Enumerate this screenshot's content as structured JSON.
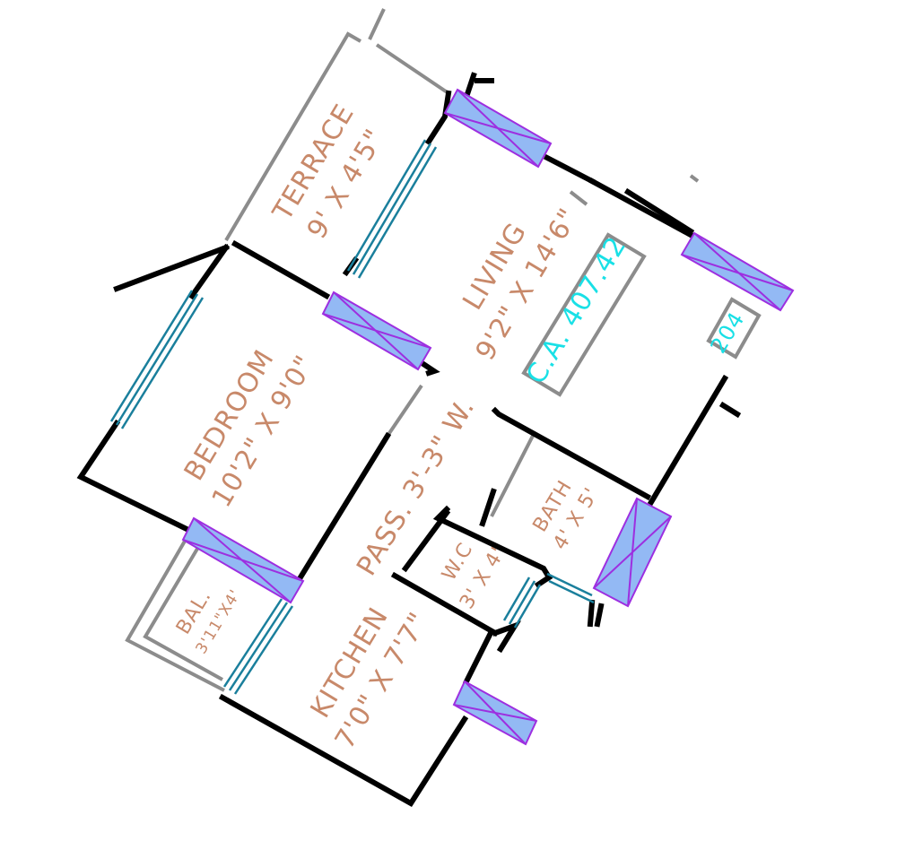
{
  "rooms": {
    "terrace": {
      "name": "TERRACE",
      "size": "9' X 4'5\""
    },
    "living": {
      "name": "LIVING",
      "size": "9'2\" X 14'6\""
    },
    "bedroom": {
      "name": "BEDROOM",
      "size": "10'2\" X 9'0\""
    },
    "passage": {
      "name": "PASS. 3'-3\" W."
    },
    "bath": {
      "name": "BATH",
      "size": "4' X 5'"
    },
    "wc": {
      "name": "W.C",
      "size": "3' X 4'"
    },
    "balcony": {
      "name": "BAL.",
      "size": "3'11\"X4'"
    },
    "kitchen": {
      "name": "KITCHEN",
      "size": "7'0\" X 7'7\""
    }
  },
  "carpet_area": "C.A. 407.42",
  "unit_number": "204",
  "colors": {
    "room_text": "#c8896a",
    "area_text": "#19e0e6",
    "wall": "#000000",
    "outline": "#8c8c8c",
    "window_fill": "#93b9f4",
    "window_stroke": "#9d2fe0",
    "glazing": "#1a7f9c"
  }
}
